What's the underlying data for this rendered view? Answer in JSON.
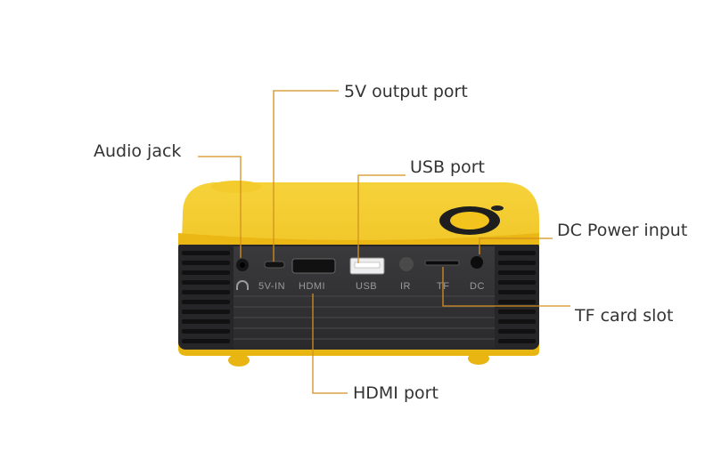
{
  "callouts": {
    "audio_jack": "Audio jack",
    "output_5v": "5V output port",
    "usb": "USB port",
    "dc_power": "DC Power input",
    "tf_card": "TF card slot",
    "hdmi": "HDMI port"
  },
  "port_labels": {
    "five_v_in": "5V-IN",
    "hdmi": "HDMI",
    "usb": "USB",
    "ir": "IR",
    "tf": "TF",
    "dc": "DC"
  },
  "colors": {
    "body_yellow": "#f2c21b",
    "body_dark": "#2e2e30",
    "leader_line": "#d4901f"
  }
}
